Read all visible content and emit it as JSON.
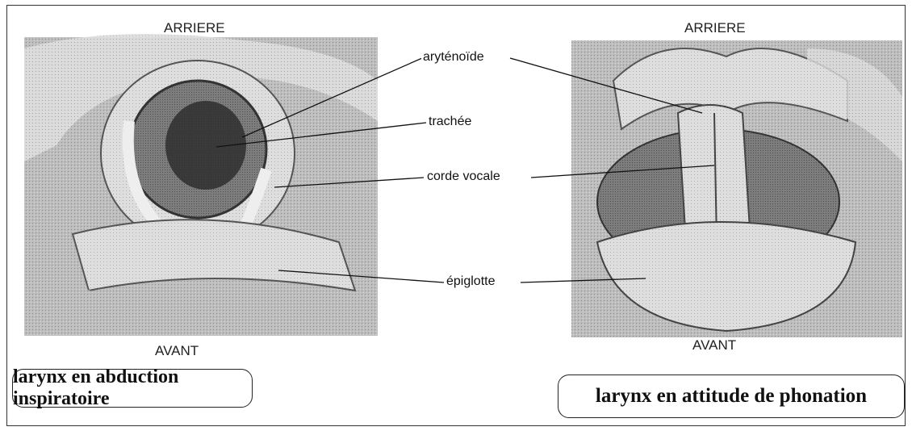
{
  "left_panel": {
    "top_label": "ARRIERE",
    "bottom_label": "AVANT",
    "caption": "larynx en abduction inspiratoire"
  },
  "right_panel": {
    "top_label": "ARRIERE",
    "bottom_label": "AVANT",
    "caption": "larynx en attitude de phonation"
  },
  "annotations": {
    "arytenoide": "aryténoïde",
    "trachee": "trachée",
    "corde_vocale": "corde vocale",
    "epiglotte": "épiglotte"
  }
}
